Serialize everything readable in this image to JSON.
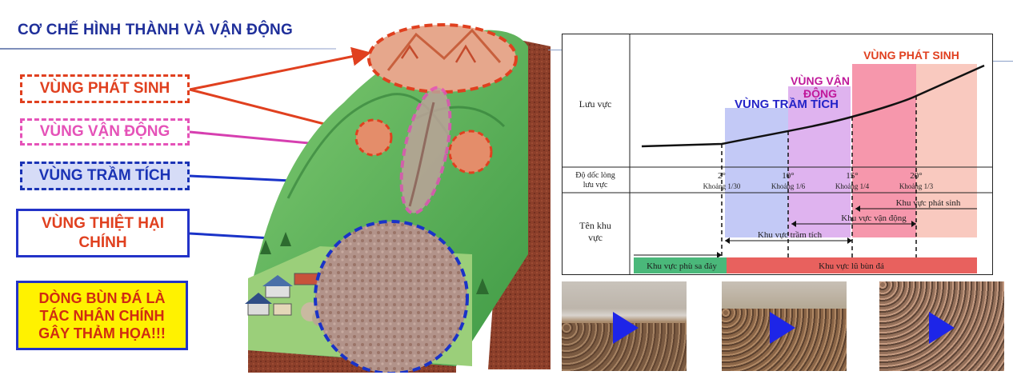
{
  "title": "CƠ CHẾ HÌNH THÀNH VÀ VẬN ĐỘNG",
  "labels": {
    "phat_sinh": "VÙNG PHÁT SINH",
    "van_dong": "VÙNG VẬN ĐỘNG",
    "tram_tich": "VÙNG TRẦM TÍCH",
    "thiet_hai_1": "VÙNG THIỆT HẠI",
    "thiet_hai_2": "CHÍNH",
    "warn_1": "DÒNG BÙN ĐÁ LÀ",
    "warn_2": "TÁC NHÂN CHÍNH",
    "warn_3": "GÂY THẢM HỌA!!!"
  },
  "chart": {
    "zone_tram_tich": "VÙNG TRẦM TÍCH",
    "zone_van_dong_1": "VÙNG VẬN",
    "zone_van_dong_2": "ĐỘNG",
    "zone_phat_sinh": "VÙNG PHÁT SINH",
    "row_luu_vuc": "Lưu vực",
    "row_do_doc_1": "Độ dốc lòng",
    "row_do_doc_2": "lưu vực",
    "row_ten_khu_1": "Tên khu",
    "row_ten_khu_2": "vực",
    "slopes": [
      {
        "deg": "2°",
        "ratio": "Khoảng 1/30"
      },
      {
        "deg": "10°",
        "ratio": "Khoảng 1/6"
      },
      {
        "deg": "15°",
        "ratio": "Khoảng 1/4"
      },
      {
        "deg": "20°",
        "ratio": "Khoảng 1/3"
      }
    ],
    "arrow_phat_sinh": "Khu vực phát sinh",
    "arrow_van_dong": "Khu vực vận động",
    "arrow_tram_tich": "Khu vực trầm tích",
    "bar_green": "Khu vực phù sa đáy",
    "bar_red": "Khu vực lũ bùn đá"
  },
  "videos": [
    "video-1",
    "video-2",
    "video-3"
  ],
  "colors": {
    "title": "#1f2f9a",
    "red": "#e0401f",
    "pink": "#e552b8",
    "blue": "#1a33b5",
    "warn_bg": "#fff200"
  }
}
